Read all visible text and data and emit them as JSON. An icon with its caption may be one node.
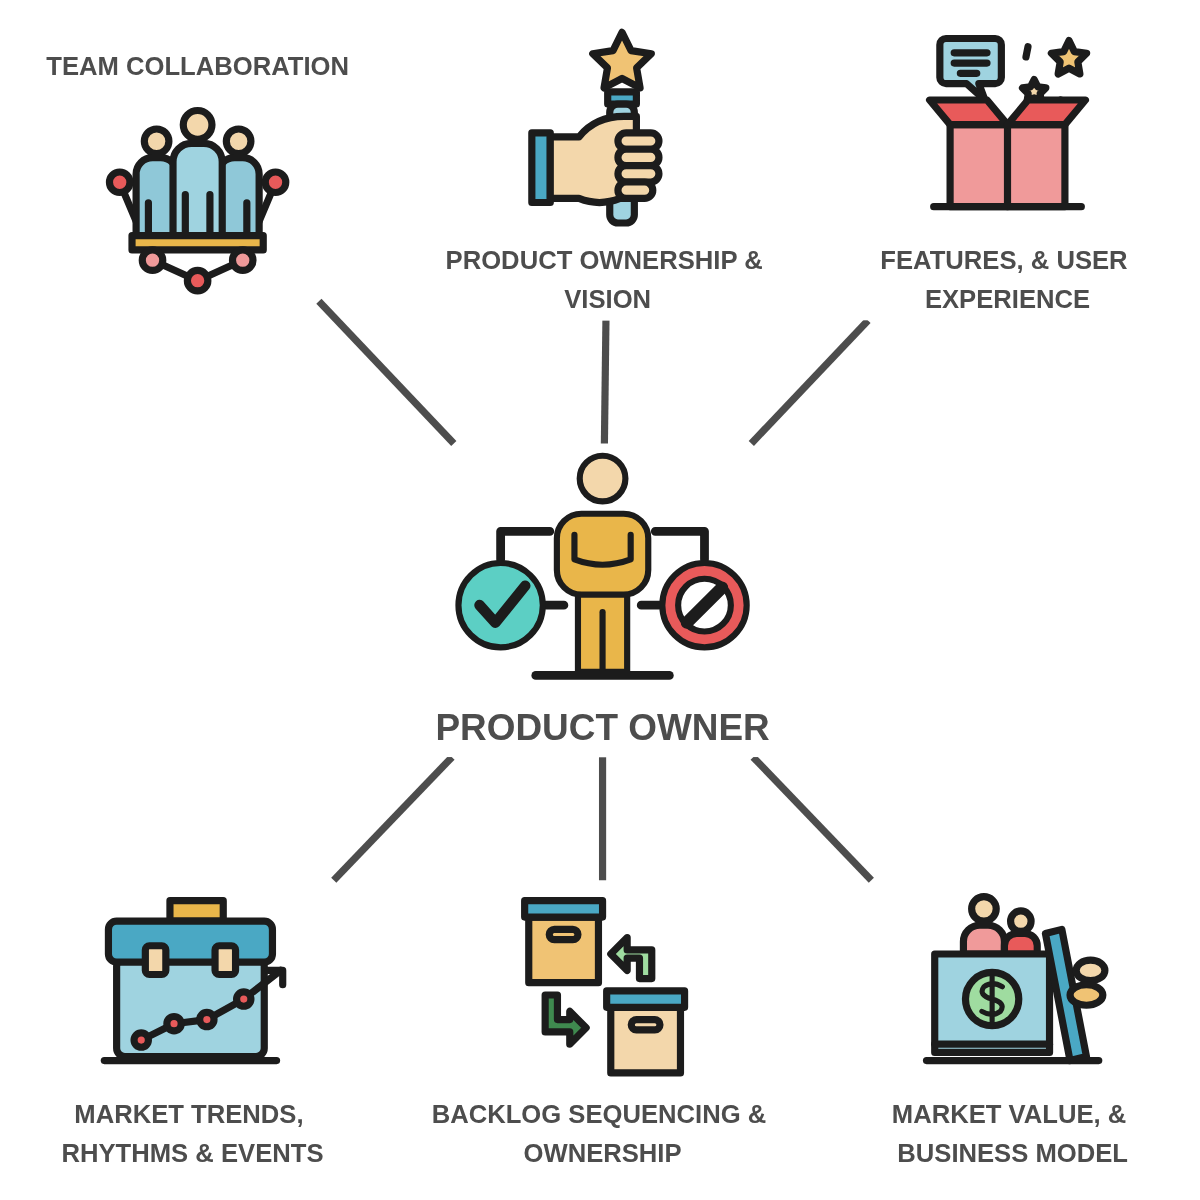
{
  "diagram": {
    "nodes": [
      {
        "text": [
          "TEAM COLLABORATION"
        ]
      },
      {
        "text": [
          "PRODUCT OWNERSHIP & VISION"
        ]
      },
      {
        "text": [
          "FEATURES, & USER EXPERIENCE"
        ]
      },
      {
        "text": [
          "PRODUCT OWNER"
        ]
      },
      {
        "text": [
          "MARKET TRENDS, RHYTHMS & EVENTS"
        ]
      },
      {
        "text": [
          "MARKET VALUE, & BUSINESS MODEL"
        ]
      },
      {
        "text": [
          "BACKLOG SEQUENCING & OWNERSHIP"
        ]
      }
    ],
    "edges": [
      {
        "from": 0,
        "to": 3,
        "arrow": "none"
      },
      {
        "from": 1,
        "to": 3,
        "arrow": "none"
      },
      {
        "from": 2,
        "to": 3,
        "arrow": "none"
      },
      {
        "from": 3,
        "to": 4,
        "arrow": "none"
      },
      {
        "from": 3,
        "to": 6,
        "arrow": "none"
      },
      {
        "from": 3,
        "to": 5,
        "arrow": "none"
      }
    ]
  }
}
